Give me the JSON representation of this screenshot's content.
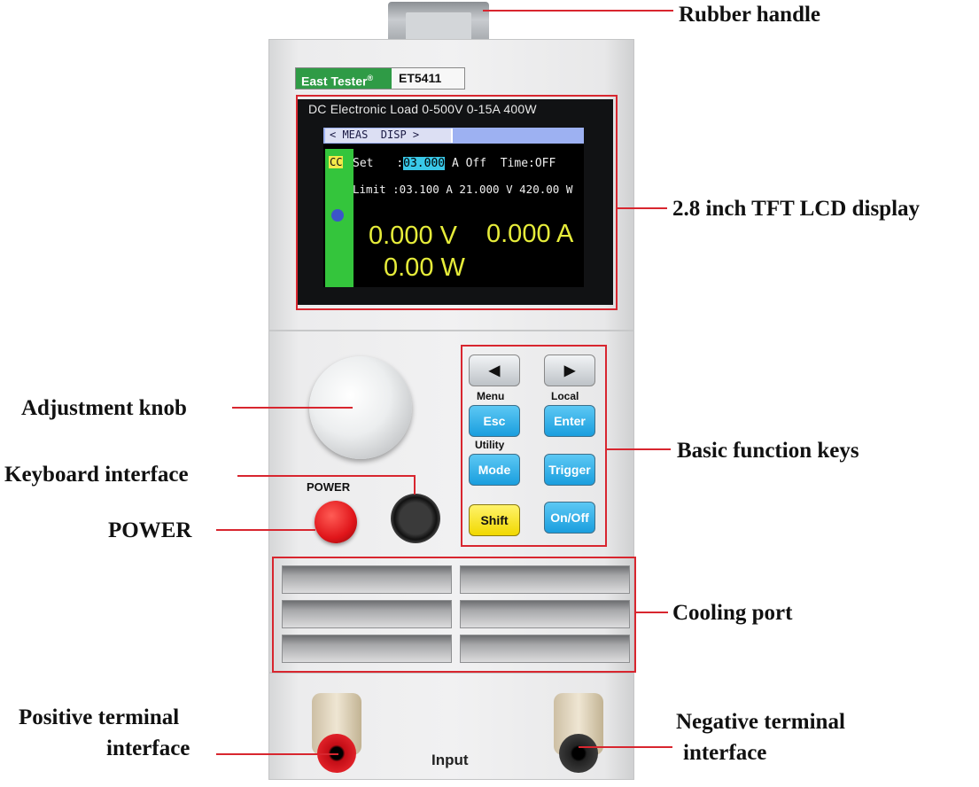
{
  "device": {
    "brand": "East Tester",
    "brand_mark": "®",
    "model": "ET5411",
    "screen_title": "DC Electronic Load 0-500V 0-15A 400W",
    "lcd": {
      "header": "< MEAS  DISP >",
      "mode": "CC",
      "set_label": "Set",
      "set_prefix": ":",
      "set_value": "03.000",
      "set_suffix": "A Off  Time:OFF",
      "limit_text": "Limit :03.100 A 21.000 V 420.00 W",
      "voltage": "0.000 V",
      "current": "0.000 A",
      "power": "0.00 W"
    },
    "power_label": "POWER",
    "input_label": "Input",
    "keys": {
      "left": "◀",
      "right": "▶",
      "menu_cap": "Menu",
      "local_cap": "Local",
      "esc": "Esc",
      "enter": "Enter",
      "utility_cap": "Utility",
      "mode": "Mode",
      "trigger": "Trigger",
      "shift": "Shift",
      "onoff": "On/Off"
    }
  },
  "callouts": {
    "rubber_handle": "Rubber handle",
    "lcd_display": "2.8 inch TFT LCD display",
    "adjustment_knob": "Adjustment knob",
    "keyboard_interface": "Keyboard interface",
    "power": "POWER",
    "basic_function_keys": "Basic function keys",
    "cooling_port": "Cooling port",
    "positive_terminal_1": "Positive terminal",
    "positive_terminal_2": "interface",
    "negative_terminal_1": "Negative terminal",
    "negative_terminal_2": "interface"
  },
  "colors": {
    "callout_red": "#d8262f",
    "key_blue": "#1a9ede",
    "key_yellow": "#f1d800",
    "lcd_yellow": "#e6ec3a",
    "brand_green": "#2f9b46"
  }
}
